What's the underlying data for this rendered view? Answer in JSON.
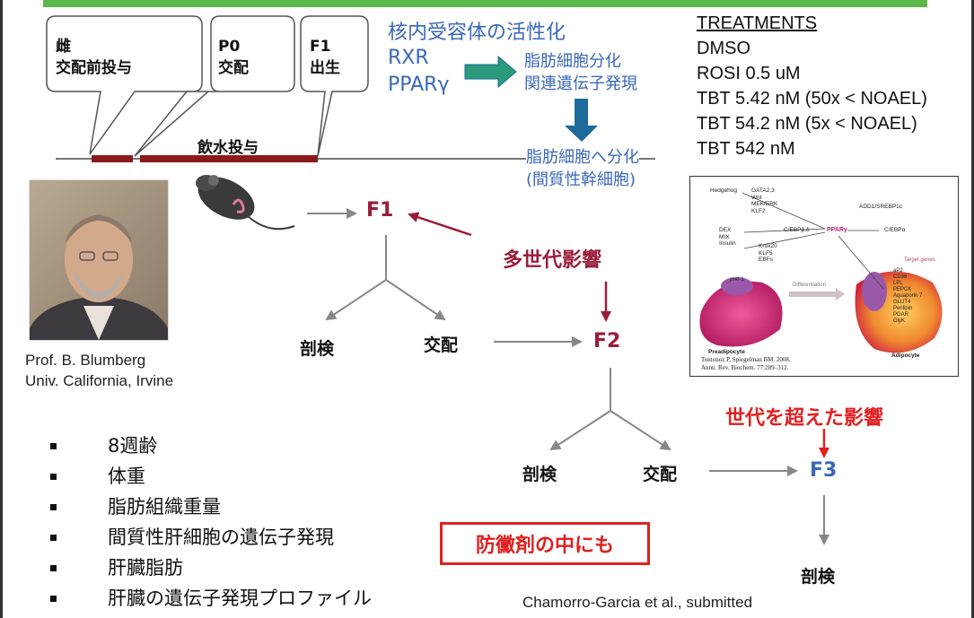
{
  "timeline": {
    "bubble_female": [
      "雌",
      "交配前投与"
    ],
    "bubble_p0": [
      "P0",
      "交配"
    ],
    "bubble_f1": [
      "F1",
      "出生"
    ],
    "drinking_label": "飲水投与"
  },
  "receptor": {
    "title": "核内受容体の活性化",
    "rxr": "RXR",
    "ppar": "PPARγ",
    "gene_expression": [
      "脂肪細胞分化",
      "関連遺伝子発現"
    ],
    "differentiation": [
      "脂肪細胞へ分化",
      "(間質性幹細胞)"
    ]
  },
  "treatments": {
    "header": "TREATMENTS",
    "items": [
      "DMSO",
      "ROSI 0.5 uM",
      "TBT 5.42 nM (50x < NOAEL)",
      "TBT 54.2 nM (5x < NOAEL)",
      "TBT 542 nM"
    ]
  },
  "photo_caption": [
    "Prof. B. Blumberg",
    "Univ. California, Irvine"
  ],
  "flow": {
    "f1": "F1",
    "f2": "F2",
    "f3": "F3",
    "multi_gen": "多世代影響",
    "trans_gen": "世代を超えた影響",
    "autopsy": "剖検",
    "mating": "交配"
  },
  "pathway_figure": {
    "top_labels": [
      "Hedgehog",
      "GATA2,3",
      "Wnt",
      "MEK/ERK",
      "KLF2",
      "ADD1/SREBP1c",
      "DEX",
      "MIX",
      "Insulin",
      "C/EBPβ,δ",
      "Krox20",
      "KLF5",
      "EBFs",
      "PPARγ",
      "C/EBPα"
    ],
    "target_genes_label": "Target genes",
    "target_genes": [
      "aP2",
      "CD36",
      "LPL",
      "PEPCK",
      "Aquaporin 7",
      "GLUT4",
      "Perilipin",
      "PGAR",
      "GlyK"
    ],
    "pref1": "pref-1",
    "differentiation": "Differentiation",
    "preadipocyte": "Preadipocyte",
    "adipocyte": "Adipocyte",
    "citation": [
      "Tontonoz P, Spiegelman BM. 2008.",
      "Annu. Rev. Biochem. 77:289–312."
    ]
  },
  "endpoints": [
    "8週齢",
    "体重",
    "脂肪組織重量",
    "間質性肝細胞の遺伝子発現",
    "肝臓脂肪",
    "肝臓の遺伝子発現プロファイル"
  ],
  "highlight_box": "防黴剤の中にも",
  "reference": "Chamorro-Garcia et al., submitted",
  "colors": {
    "blue_text": "#3a68b8",
    "maroon": "#9b1c3a",
    "red": "#e02020",
    "green_arrow": "#2a9a7a",
    "timeline_red": "#8b1a1a"
  }
}
